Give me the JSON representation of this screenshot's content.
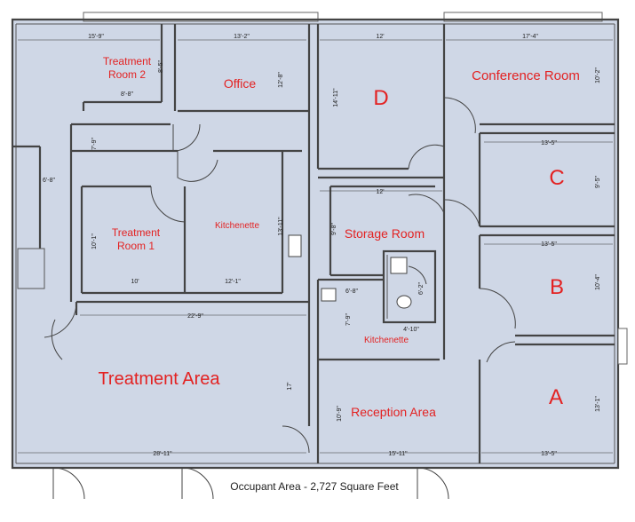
{
  "rooms": {
    "treatment_room_2": [
      "Treatment",
      "Room 2"
    ],
    "office": "Office",
    "d": "D",
    "conference_room": "Conference Room",
    "c": "C",
    "treatment_room_1": [
      "Treatment",
      "Room 1"
    ],
    "kitchenette_left": "Kitchenette",
    "storage_room": "Storage Room",
    "b": "B",
    "treatment_area": "Treatment Area",
    "kitchenette_center": "Kitchenette",
    "reception_area": "Reception Area",
    "a": "A"
  },
  "dimensions": {
    "top_left": "15'-9\"",
    "top_office": "13'-2\"",
    "top_d": "12'",
    "top_conf": "17'-4\"",
    "tr2_v": "8'-5\"",
    "tr2_h": "8'-8\"",
    "office_v": "12'-8\"",
    "d_v": "14'-11\"",
    "conf_v": "10'-2\"",
    "c_h": "13'-5\"",
    "c_v": "9'-5\"",
    "corr_v": "7'-9\"",
    "corr_h": "6'-8\"",
    "storage_h": "12'",
    "storage_v": "9'-8\"",
    "tr1_v": "10'-1\"",
    "kitch_v": "13'-11\"",
    "b_h": "13'-5\"",
    "b_v": "10'-4\"",
    "tr1_h": "10'",
    "kitch_h": "12'-1\"",
    "kitch2_h": "6'-8\"",
    "bath_v": "6'-2\"",
    "kitch2_v": "7'-9\"",
    "bath_h": "4'-10\"",
    "ta_h": "22'-9\"",
    "ta_v": "17'",
    "recep_v": "10'-9\"",
    "a_v": "13'-1\"",
    "bottom_left": "28'-11\"",
    "bottom_mid": "15'-11\"",
    "bottom_right": "13'-5\""
  },
  "caption": "Occupant Area - 2,727 Square Feet"
}
